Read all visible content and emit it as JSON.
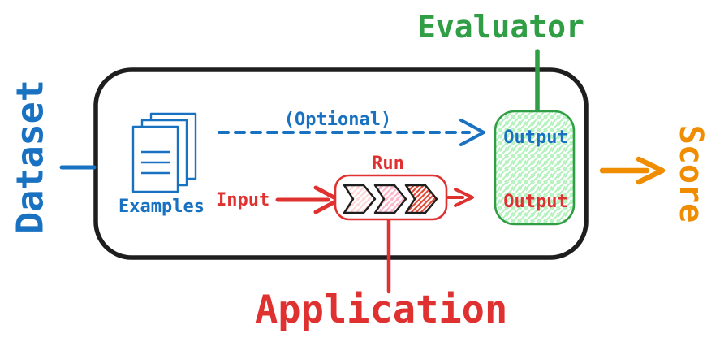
{
  "diagram": {
    "title_labels": {
      "dataset": "Dataset",
      "evaluator": "Evaluator",
      "score": "Score",
      "application": "Application"
    },
    "inner_labels": {
      "examples": "Examples",
      "optional": "(Optional)",
      "input": "Input",
      "run": "Run",
      "output_evaluator": "Output",
      "output_application": "Output"
    },
    "icons": {
      "examples": "documents-icon",
      "process": "chevron-pipeline-icon"
    },
    "colors": {
      "blue": "#1971c2",
      "green": "#2f9e44",
      "red": "#e03131",
      "orange": "#f08c00",
      "black": "#1e1e1e",
      "green_hatch": "#b2f2bb",
      "hatch_light_red": "#ffd4d4",
      "hatch_pink": "#ffb3c8",
      "hatch_red": "#e03131"
    }
  }
}
